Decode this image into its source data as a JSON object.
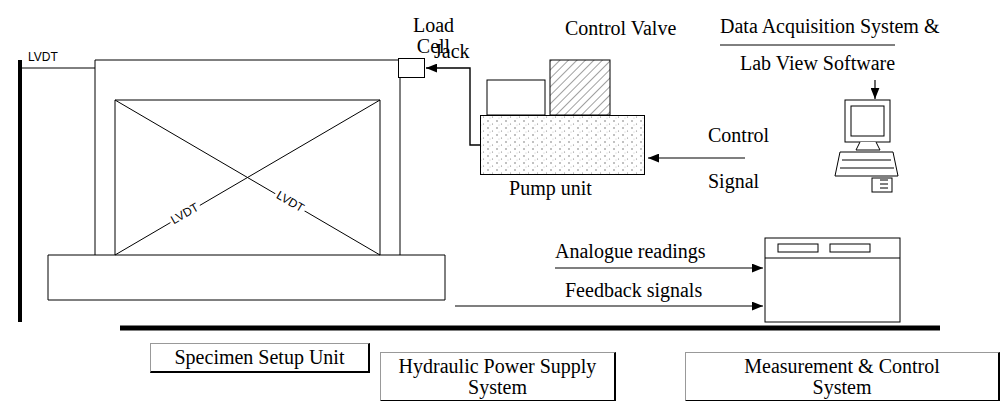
{
  "diagram": {
    "nodes": [
      {
        "text": [
          "Load Cell"
        ]
      },
      {
        "text": [
          "Pump unit"
        ]
      },
      {
        "text": [
          "Specimen Setup Unit"
        ]
      },
      {
        "text": [
          "Hydraulic Power Supply System"
        ]
      },
      {
        "text": [
          "Measurement & Control System"
        ]
      }
    ],
    "edges": [
      {
        "from": 1,
        "to": 0,
        "arrow": "to",
        "label": "Jack"
      }
    ],
    "labels": [
      "LVDT",
      "LVDT",
      "LVDT",
      "Control Valve",
      "Data Acquisition System &",
      "Lab View Software",
      "Control",
      "Signal",
      "Analogue readings",
      "Feedback signals"
    ]
  }
}
